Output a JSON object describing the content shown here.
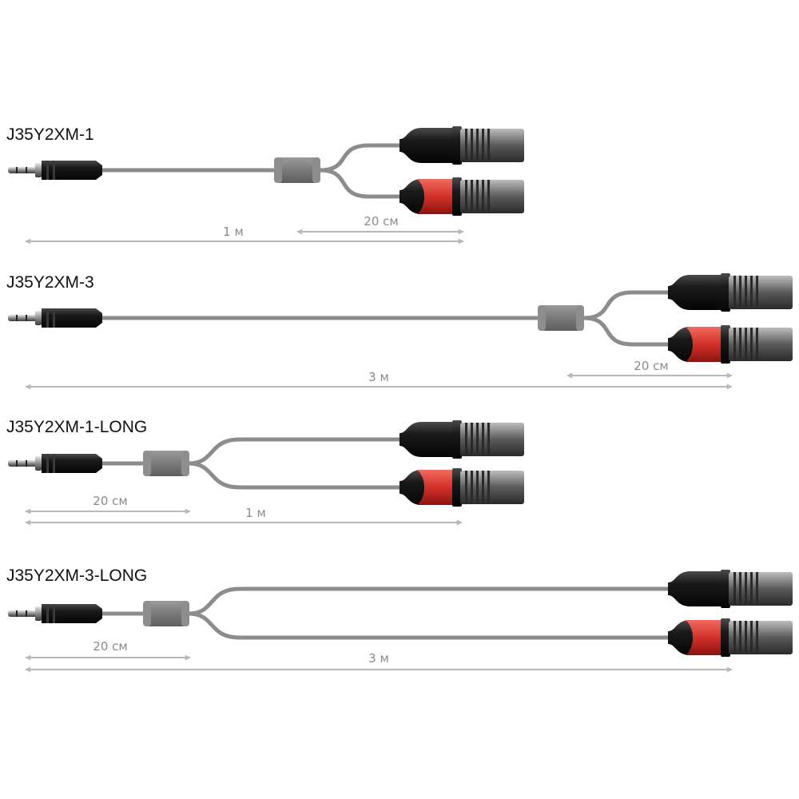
{
  "colors": {
    "cable": "#8c8c8c",
    "splitter": "#7a7a7a",
    "connector_body": "#1c1c1c",
    "connector_metal": "#8d8d8d",
    "red_ring": "#d4302a",
    "dimension": "#b8b8b8",
    "dimension_text": "#8a8a8a"
  },
  "icons": {
    "jack_plug": "jack-3-5mm-stereo-plug",
    "xlr_male": "xlr-male-connector"
  },
  "cables": [
    {
      "model": "J35Y2XM-1",
      "total_length": "1 м",
      "split_length": "20 см",
      "split_side": "xlr"
    },
    {
      "model": "J35Y2XM-3",
      "total_length": "3 м",
      "split_length": "20 см",
      "split_side": "xlr"
    },
    {
      "model": "J35Y2XM-1-LONG",
      "total_length": "1 м",
      "split_length": "20 см",
      "split_side": "jack"
    },
    {
      "model": "J35Y2XM-3-LONG",
      "total_length": "3 м",
      "split_length": "20 см",
      "split_side": "jack"
    }
  ]
}
